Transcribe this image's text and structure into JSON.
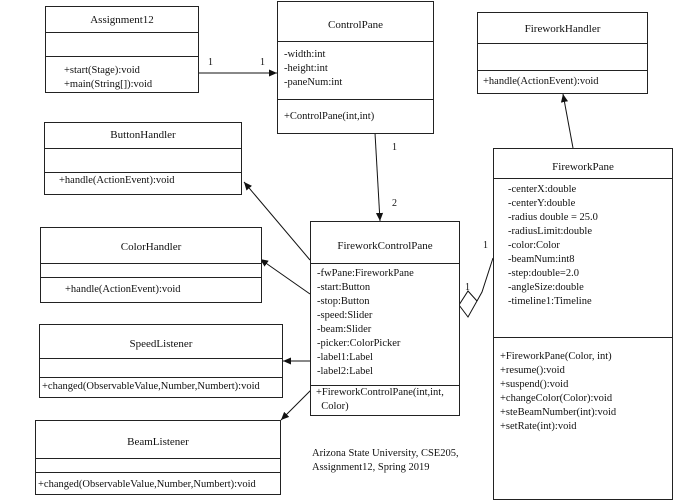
{
  "classes": {
    "assignment12": {
      "name": "Assignment12",
      "attributes": [],
      "methods": [
        "+start(Stage):void",
        "+main(String[]):void"
      ]
    },
    "control_pane": {
      "name": "ControlPane",
      "attributes": [
        "-width:int",
        "-height:int",
        "-paneNum:int"
      ],
      "methods": [
        "+ControlPane(int,int)"
      ]
    },
    "firework_handler": {
      "name": "FireworkHandler",
      "attributes": [],
      "methods": [
        "+handle(ActionEvent):void"
      ]
    },
    "button_handler": {
      "name": "ButtonHandler",
      "attributes": [],
      "methods": [
        "+handle(ActionEvent):void"
      ]
    },
    "firework_pane": {
      "name": "FireworkPane",
      "attributes": [
        "-centerX:double",
        "-centerY:double",
        "-radius double = 25.0",
        "-radiusLimit:double",
        "-color:Color",
        "-beamNum:int8",
        "-step:double=2.0",
        "-angleSize:double",
        "-timeline1:Timeline"
      ],
      "methods": [
        "+FireworkPane(Color, int)",
        "+resume():void",
        "+suspend():void",
        "+changeColor(Color):void",
        "+steBeamNumber(int):void",
        "+setRate(int):void"
      ]
    },
    "color_handler": {
      "name": "ColorHandler",
      "attributes": [],
      "methods": [
        "+handle(ActionEvent):void"
      ]
    },
    "firework_control_pane": {
      "name": "FireworkControlPane",
      "attributes": [
        "-fwPane:FireworkPane",
        "-start:Button",
        "-stop:Button",
        "-speed:Slider",
        "-beam:Slider",
        "-picker:ColorPicker",
        "-label1:Label",
        "-label2:Label"
      ],
      "methods": [
        "+FireworkControlPane(int,int,",
        "  Color)"
      ]
    },
    "speed_listener": {
      "name": "SpeedListener",
      "attributes": [],
      "methods": [
        "+changed(ObservableValue,Number,Numbert):void"
      ]
    },
    "beam_listener": {
      "name": "BeamListener",
      "attributes": [],
      "methods": [
        "+changed(ObservableValue,Number,Numbert):void"
      ]
    }
  },
  "multiplicities": {
    "a12_left": "1",
    "a12_right": "1",
    "cp_top": "1",
    "cp_bottom": "2",
    "fw_pane_side": "1",
    "fw_diamond_side": "1"
  },
  "footer_note": [
    "Arizona State University, CSE205,",
    "Assignment12, Spring 2019"
  ]
}
